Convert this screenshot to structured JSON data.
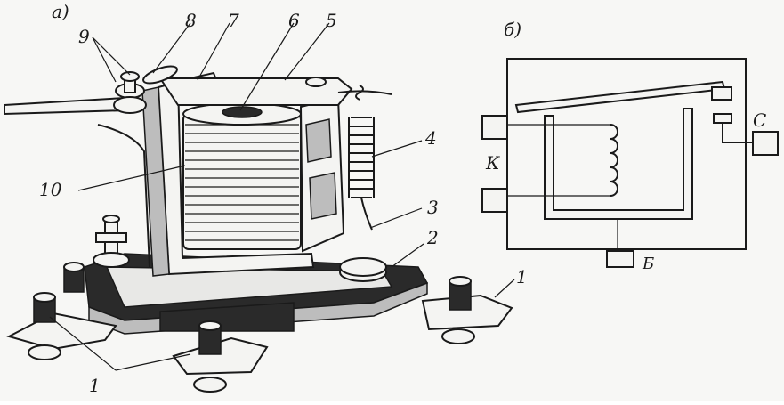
{
  "figure": {
    "panel_a_label": "а)",
    "panel_b_label": "б)",
    "callouts": {
      "c1_left": "1",
      "c1_right": "1",
      "c2": "2",
      "c3": "3",
      "c4": "4",
      "c5": "5",
      "c6": "6",
      "c7": "7",
      "c8": "8",
      "c9": "9",
      "c10": "10"
    },
    "schematic_labels": {
      "k": "К",
      "c": "С",
      "b": "Б"
    }
  }
}
